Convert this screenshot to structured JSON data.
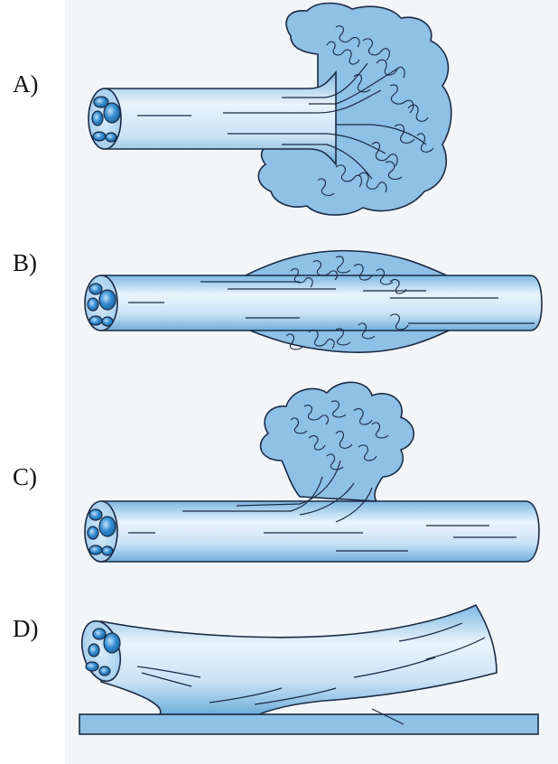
{
  "labels": {
    "a": "A)",
    "b": "B)",
    "c": "C)",
    "d": "D)"
  },
  "colors": {
    "panel_background": "#f3f6f9",
    "cytoplasm_fill": "#8fc0e6",
    "fiber_light": "#eaf4fc",
    "fiber_mid": "#a9d0ef",
    "fiber_dark": "#6faed9",
    "nucleus_fill": "#2f8ad0",
    "outline": "#1a2a44"
  }
}
